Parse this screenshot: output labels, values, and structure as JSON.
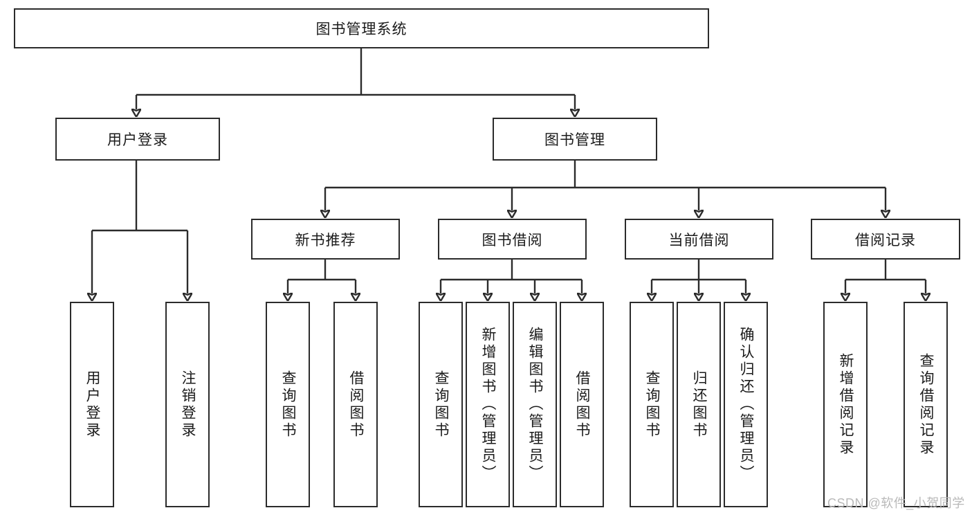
{
  "diagram": {
    "type": "hierarchy-tree",
    "title": "图书管理系统",
    "root": {
      "label": "图书管理系统"
    },
    "level2": [
      {
        "label": "用户登录"
      },
      {
        "label": "图书管理"
      }
    ],
    "level3": [
      {
        "label": "新书推荐"
      },
      {
        "label": "图书借阅"
      },
      {
        "label": "当前借阅"
      },
      {
        "label": "借阅记录"
      }
    ],
    "leaves": {
      "user_login": [
        {
          "label": "用户登录"
        },
        {
          "label": "注销登录"
        }
      ],
      "new_book_recommend": [
        {
          "label": "查询图书"
        },
        {
          "label": "借阅图书"
        }
      ],
      "book_borrow": [
        {
          "label": "查询图书"
        },
        {
          "label": "新增图书（管理员）"
        },
        {
          "label": "编辑图书（管理员）"
        },
        {
          "label": "借阅图书"
        }
      ],
      "current_borrow": [
        {
          "label": "查询图书"
        },
        {
          "label": "归还图书"
        },
        {
          "label": "确认归还（管理员）"
        }
      ],
      "borrow_record": [
        {
          "label": "新增借阅记录"
        },
        {
          "label": "查询借阅记录"
        }
      ]
    }
  },
  "watermark": {
    "text": "CSDN @软件_小贺同学"
  },
  "colors": {
    "stroke": "#2b2b2b",
    "text": "#1b1b1b",
    "background": "#ffffff",
    "watermark": "#b9b9b9"
  }
}
